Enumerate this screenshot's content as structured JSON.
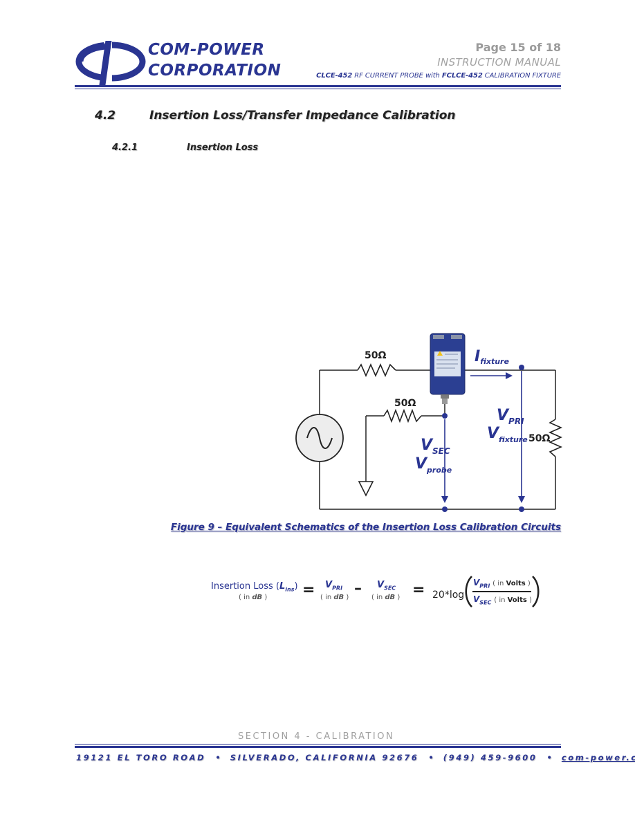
{
  "header": {
    "company_line1": "COM-POWER",
    "company_line2": "CORPORATION",
    "page_number": "Page 15 of 18",
    "doc_type": "INSTRUCTION MANUAL",
    "subtitle_model": "CLCE-452",
    "subtitle_mid": " RF CURRENT PROBE with ",
    "subtitle_fixture": "FCLCE-452",
    "subtitle_end": " CALIBRATION FIXTURE",
    "brand_color": "#2a3592"
  },
  "section": {
    "number": "4.2",
    "title": "Insertion Loss/Transfer Impedance Calibration"
  },
  "subsection": {
    "number": "4.2.1",
    "title": "Insertion Loss"
  },
  "schematic": {
    "r_top": "50Ω",
    "r_probe": "50Ω",
    "r_load": "50Ω",
    "i_fixture_main": "I",
    "i_fixture_sub": "fixture",
    "v_pri_main": "V",
    "v_pri_sub": "PRI",
    "v_fixture_main": "V",
    "v_fixture_sub": "fixture",
    "v_sec_main": "V",
    "v_sec_sub": "SEC",
    "v_probe_main": "V",
    "v_probe_sub": "probe"
  },
  "figure_caption": "Figure 9 – Equivalent Schematics of the Insertion Loss Calibration Circuits",
  "equation": {
    "lhs_label": "Insertion Loss (",
    "lhs_var": "L",
    "lhs_sub": "ins",
    "lhs_close": ")",
    "unit_open": "( in ",
    "unit_db": "dB",
    "unit_close": " )",
    "v": "V",
    "pri": "PRI",
    "sec": "SEC",
    "equals": "=",
    "minus": "–",
    "log_fn": "20*log",
    "volts": "Volts"
  },
  "footer": {
    "section_label": "SECTION 4  -  CALIBRATION",
    "street": "19121 EL TORO ROAD",
    "city": "SILVERADO, CALIFORNIA  92676",
    "phone": "(949) 459-9600",
    "web": "com-power.com",
    "separator": "•"
  }
}
